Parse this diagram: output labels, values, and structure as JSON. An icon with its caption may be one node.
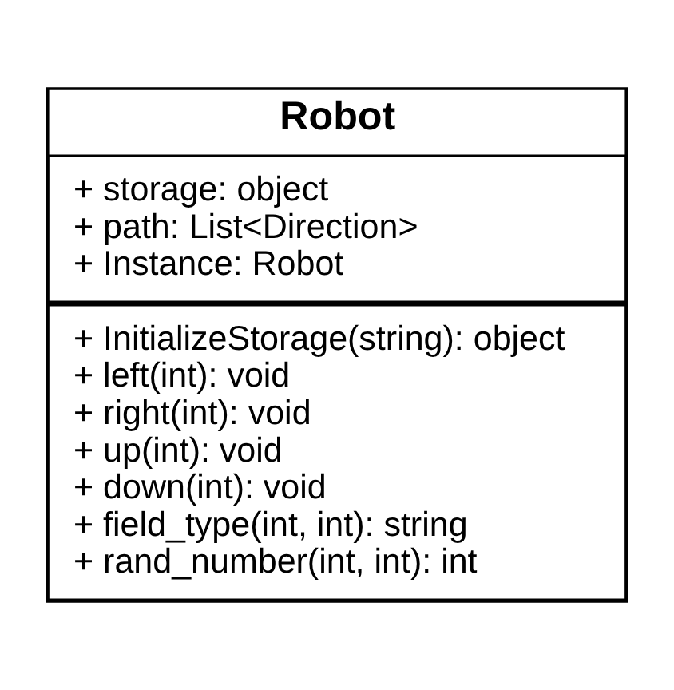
{
  "diagram": {
    "nodes": [
      {
        "text": [
          "Robot"
        ]
      },
      {
        "text": [
          "+ storage: object",
          "+ path: List<Direction>",
          "+ Instance: Robot"
        ],
        "in": 0
      },
      {
        "text": [
          "+ InitializeStorage(string): object",
          "+ left(int): void",
          "+ right(int): void",
          "+ up(int): void",
          "+ down(int): void",
          "+ field_type(int, int): string",
          "+ rand_number(int, int): int"
        ],
        "in": 0
      }
    ]
  }
}
